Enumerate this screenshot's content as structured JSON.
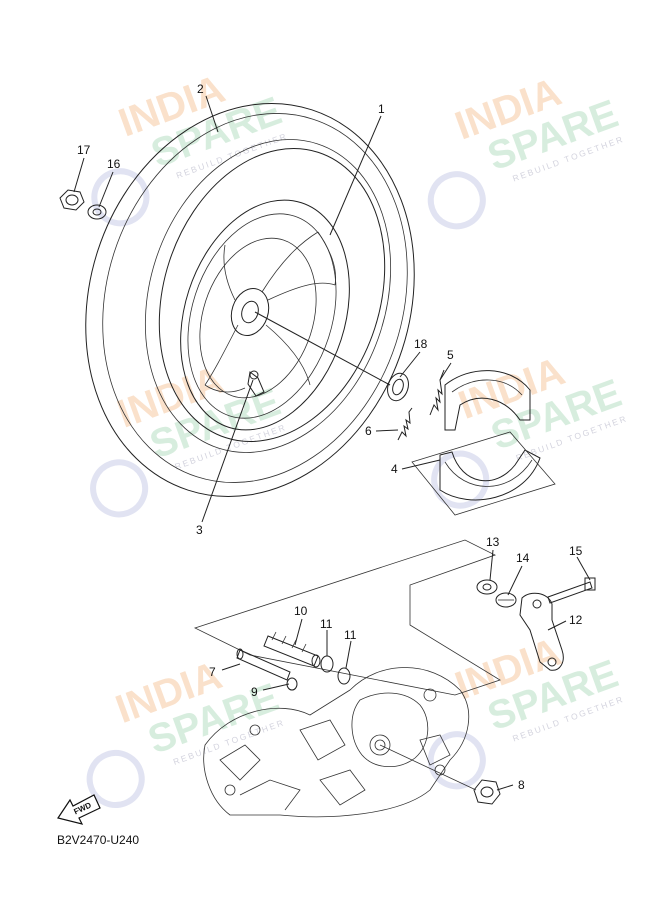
{
  "watermark": {
    "word1": "INDIA",
    "word2": "SPARE",
    "tagline": "REBUILD TOGETHER"
  },
  "callouts": {
    "c1": "1",
    "c2": "2",
    "c3": "3",
    "c4": "4",
    "c5": "5",
    "c6": "6",
    "c7": "7",
    "c8": "8",
    "c9": "9",
    "c10": "10",
    "c11a": "11",
    "c11b": "11",
    "c12": "12",
    "c13": "13",
    "c14": "14",
    "c15": "15",
    "c16": "16",
    "c17": "17",
    "c18": "18"
  },
  "fwd_label": "FWD",
  "diagram_code": "B2V2470-U240",
  "colors": {
    "line": "#222222",
    "watermark_orange": "#f6c9a2",
    "watermark_green": "#b8e0c4",
    "watermark_blue": "#c9cde8"
  }
}
